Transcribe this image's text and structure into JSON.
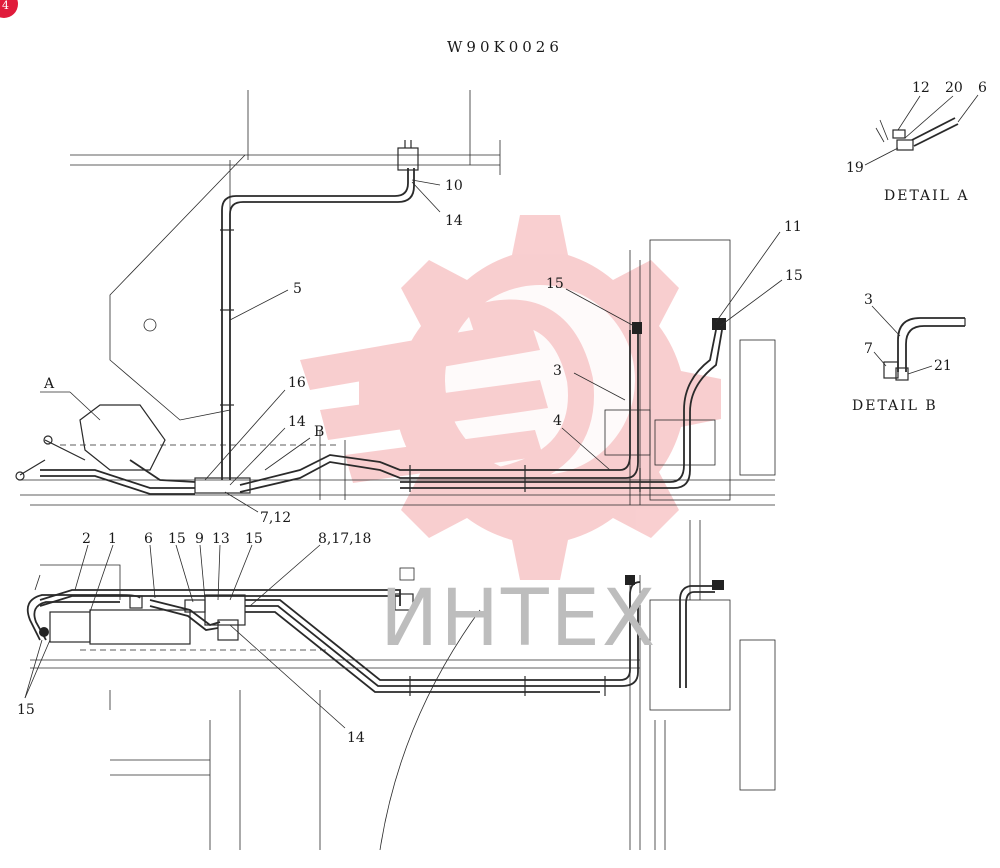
{
  "drawing_code": "W90K0026",
  "watermark": {
    "text": "ИНТЕХ",
    "color": "#e8474b"
  },
  "detail_a": {
    "label": "DETAIL A",
    "callouts": [
      "12",
      "20",
      "6",
      "19"
    ]
  },
  "detail_b": {
    "label": "DETAIL B",
    "callouts": [
      "3",
      "7",
      "21"
    ]
  },
  "top_view": {
    "callouts": [
      "10",
      "14",
      "5",
      "A",
      "16",
      "14",
      "B",
      "7,12",
      "3",
      "4",
      "15",
      "11",
      "15"
    ]
  },
  "bottom_view": {
    "callouts": [
      "2",
      "1",
      "6",
      "15",
      "9",
      "13",
      "15",
      "8,17,18",
      "15",
      "14"
    ]
  },
  "corner_badge": {
    "text": "4"
  }
}
